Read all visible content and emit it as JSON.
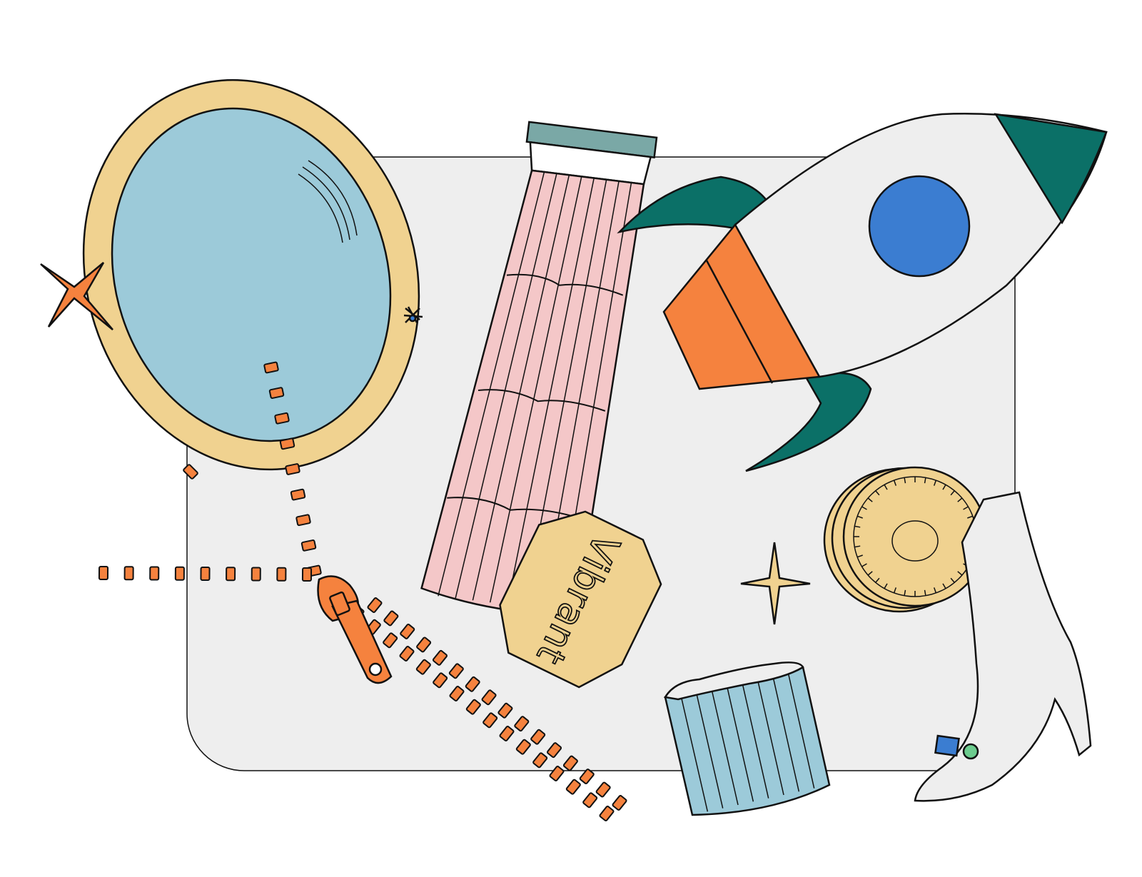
{
  "scene": {
    "title": "",
    "background": "#ffffff",
    "board_color": "#eeeeee",
    "outline_color": "#111111"
  },
  "palette": {
    "mirror_frame": "#f0d290",
    "mirror_glass": "#9ccad9",
    "zipper_orange": "#f5823e",
    "tube_pink": "#f4c7c8",
    "tube_cap": "#7aa8a6",
    "rocket_body": "#eeeeee",
    "rocket_green": "#0b7067",
    "rocket_window": "#3b7dd1",
    "coin_gold": "#f0d290",
    "cup_blue": "#9ccad9",
    "charm_blue": "#3b7dd1",
    "charm_green": "#6ccc8e"
  },
  "objects": [
    {
      "name": "mirror",
      "icon": "hand-mirror-icon"
    },
    {
      "name": "zipper",
      "icon": "zipper-icon"
    },
    {
      "name": "pink-tube",
      "icon": "cosmetic-tube-icon"
    },
    {
      "name": "label-tag",
      "icon": "brand-tag-icon",
      "text": "Vibrant"
    },
    {
      "name": "rocket",
      "icon": "rocket-icon"
    },
    {
      "name": "coin-stack",
      "icon": "coin-icon"
    },
    {
      "name": "boot",
      "icon": "high-heel-boot-icon"
    },
    {
      "name": "ribbed-cup",
      "icon": "ribbed-cup-icon"
    },
    {
      "name": "sparkles",
      "icon": "sparkle-icon"
    }
  ]
}
